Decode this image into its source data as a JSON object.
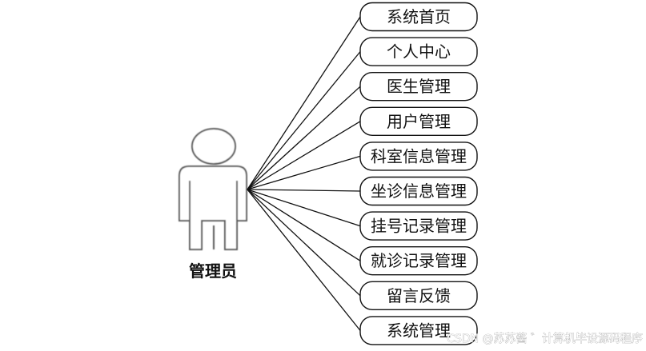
{
  "actor": {
    "label": "管理员"
  },
  "use_cases": [
    {
      "label": "系统首页"
    },
    {
      "label": "个人中心"
    },
    {
      "label": "医生管理"
    },
    {
      "label": "用户管理"
    },
    {
      "label": "科室信息管理"
    },
    {
      "label": "坐诊信息管理"
    },
    {
      "label": "挂号记录管理"
    },
    {
      "label": "就诊记录管理"
    },
    {
      "label": "留言反馈"
    },
    {
      "label": "系统管理"
    }
  ],
  "watermark": {
    "text": "CSDN @苏苏酱 ゛计算机毕设源码程序"
  },
  "colors": {
    "stroke": "#111111",
    "actor_stroke": "#5a5a5a",
    "background": "#ffffff"
  }
}
